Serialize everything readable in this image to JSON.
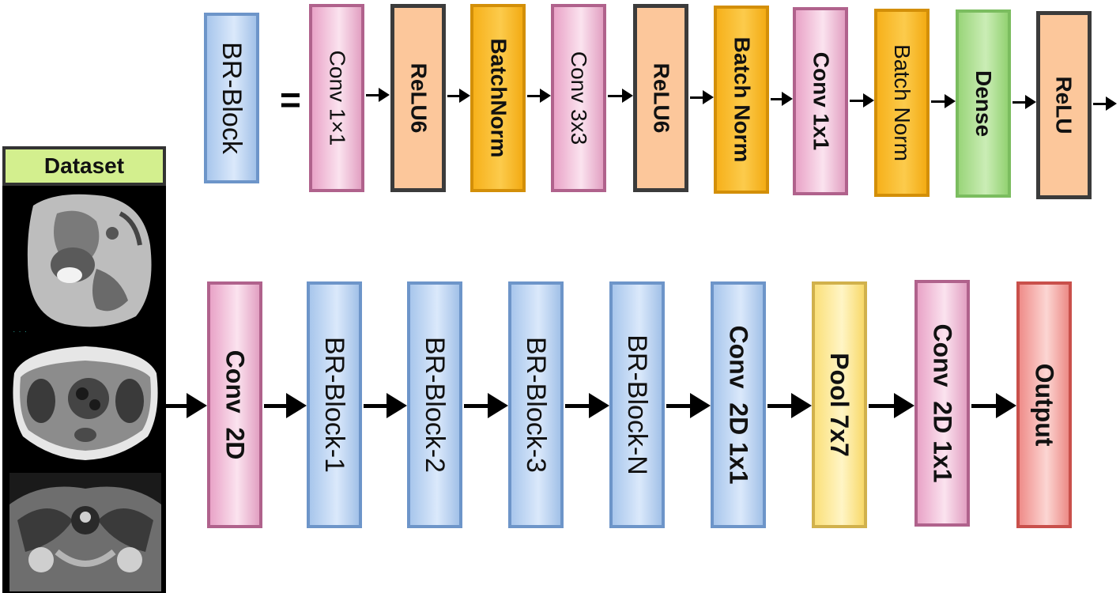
{
  "block_definition": {
    "name": "BR-Block",
    "equals_sign": "=",
    "layers": [
      {
        "label": "Conv 1×1",
        "bold": false,
        "color": "pink"
      },
      {
        "label": "ReLU6",
        "bold": true,
        "color": "peach"
      },
      {
        "label": "BatchNorm",
        "bold": true,
        "color": "orange"
      },
      {
        "label": "Conv 3x3",
        "bold": false,
        "color": "pink"
      },
      {
        "label": "ReLU6",
        "bold": true,
        "color": "peach"
      },
      {
        "label": "Batch Norm",
        "bold": true,
        "color": "orange"
      },
      {
        "label": "Conv 1x1",
        "bold": true,
        "color": "pink"
      },
      {
        "label": "Batch Norm",
        "bold": false,
        "color": "orange"
      },
      {
        "label": "Dense",
        "bold": true,
        "color": "green"
      },
      {
        "label": "ReLU",
        "bold": true,
        "color": "peach"
      }
    ]
  },
  "dataset": {
    "title": "Dataset",
    "images": [
      "sagittal-mri-scan",
      "axial-mri-scan",
      "coronal-mri-scan"
    ]
  },
  "pipeline": [
    {
      "label": "Conv  2D",
      "bold": true,
      "color": "pink"
    },
    {
      "label": "BR-Block-1",
      "bold": false,
      "color": "blue"
    },
    {
      "label": "BR-Block-2",
      "bold": false,
      "color": "blue"
    },
    {
      "label": "BR-Block-3",
      "bold": false,
      "color": "blue"
    },
    {
      "label": "BR-Block-N",
      "bold": false,
      "color": "blue"
    },
    {
      "label": "Conv  2D 1x1",
      "bold": true,
      "color": "blue"
    },
    {
      "label": "Pool 7x7",
      "bold": true,
      "color": "yellow"
    },
    {
      "label": "Conv  2D 1x1",
      "bold": true,
      "color": "pink"
    },
    {
      "label": "Output",
      "bold": true,
      "color": "red"
    }
  ],
  "colors": {
    "pink": "#f3c2dc",
    "peach": "#fcc79b",
    "orange": "#f9bb2b",
    "green": "#b3e39a",
    "blue": "#c2d8f5",
    "yellow": "#fdec9f",
    "red": "#f6b3b0",
    "dataset_header": "#d3ef8e"
  }
}
